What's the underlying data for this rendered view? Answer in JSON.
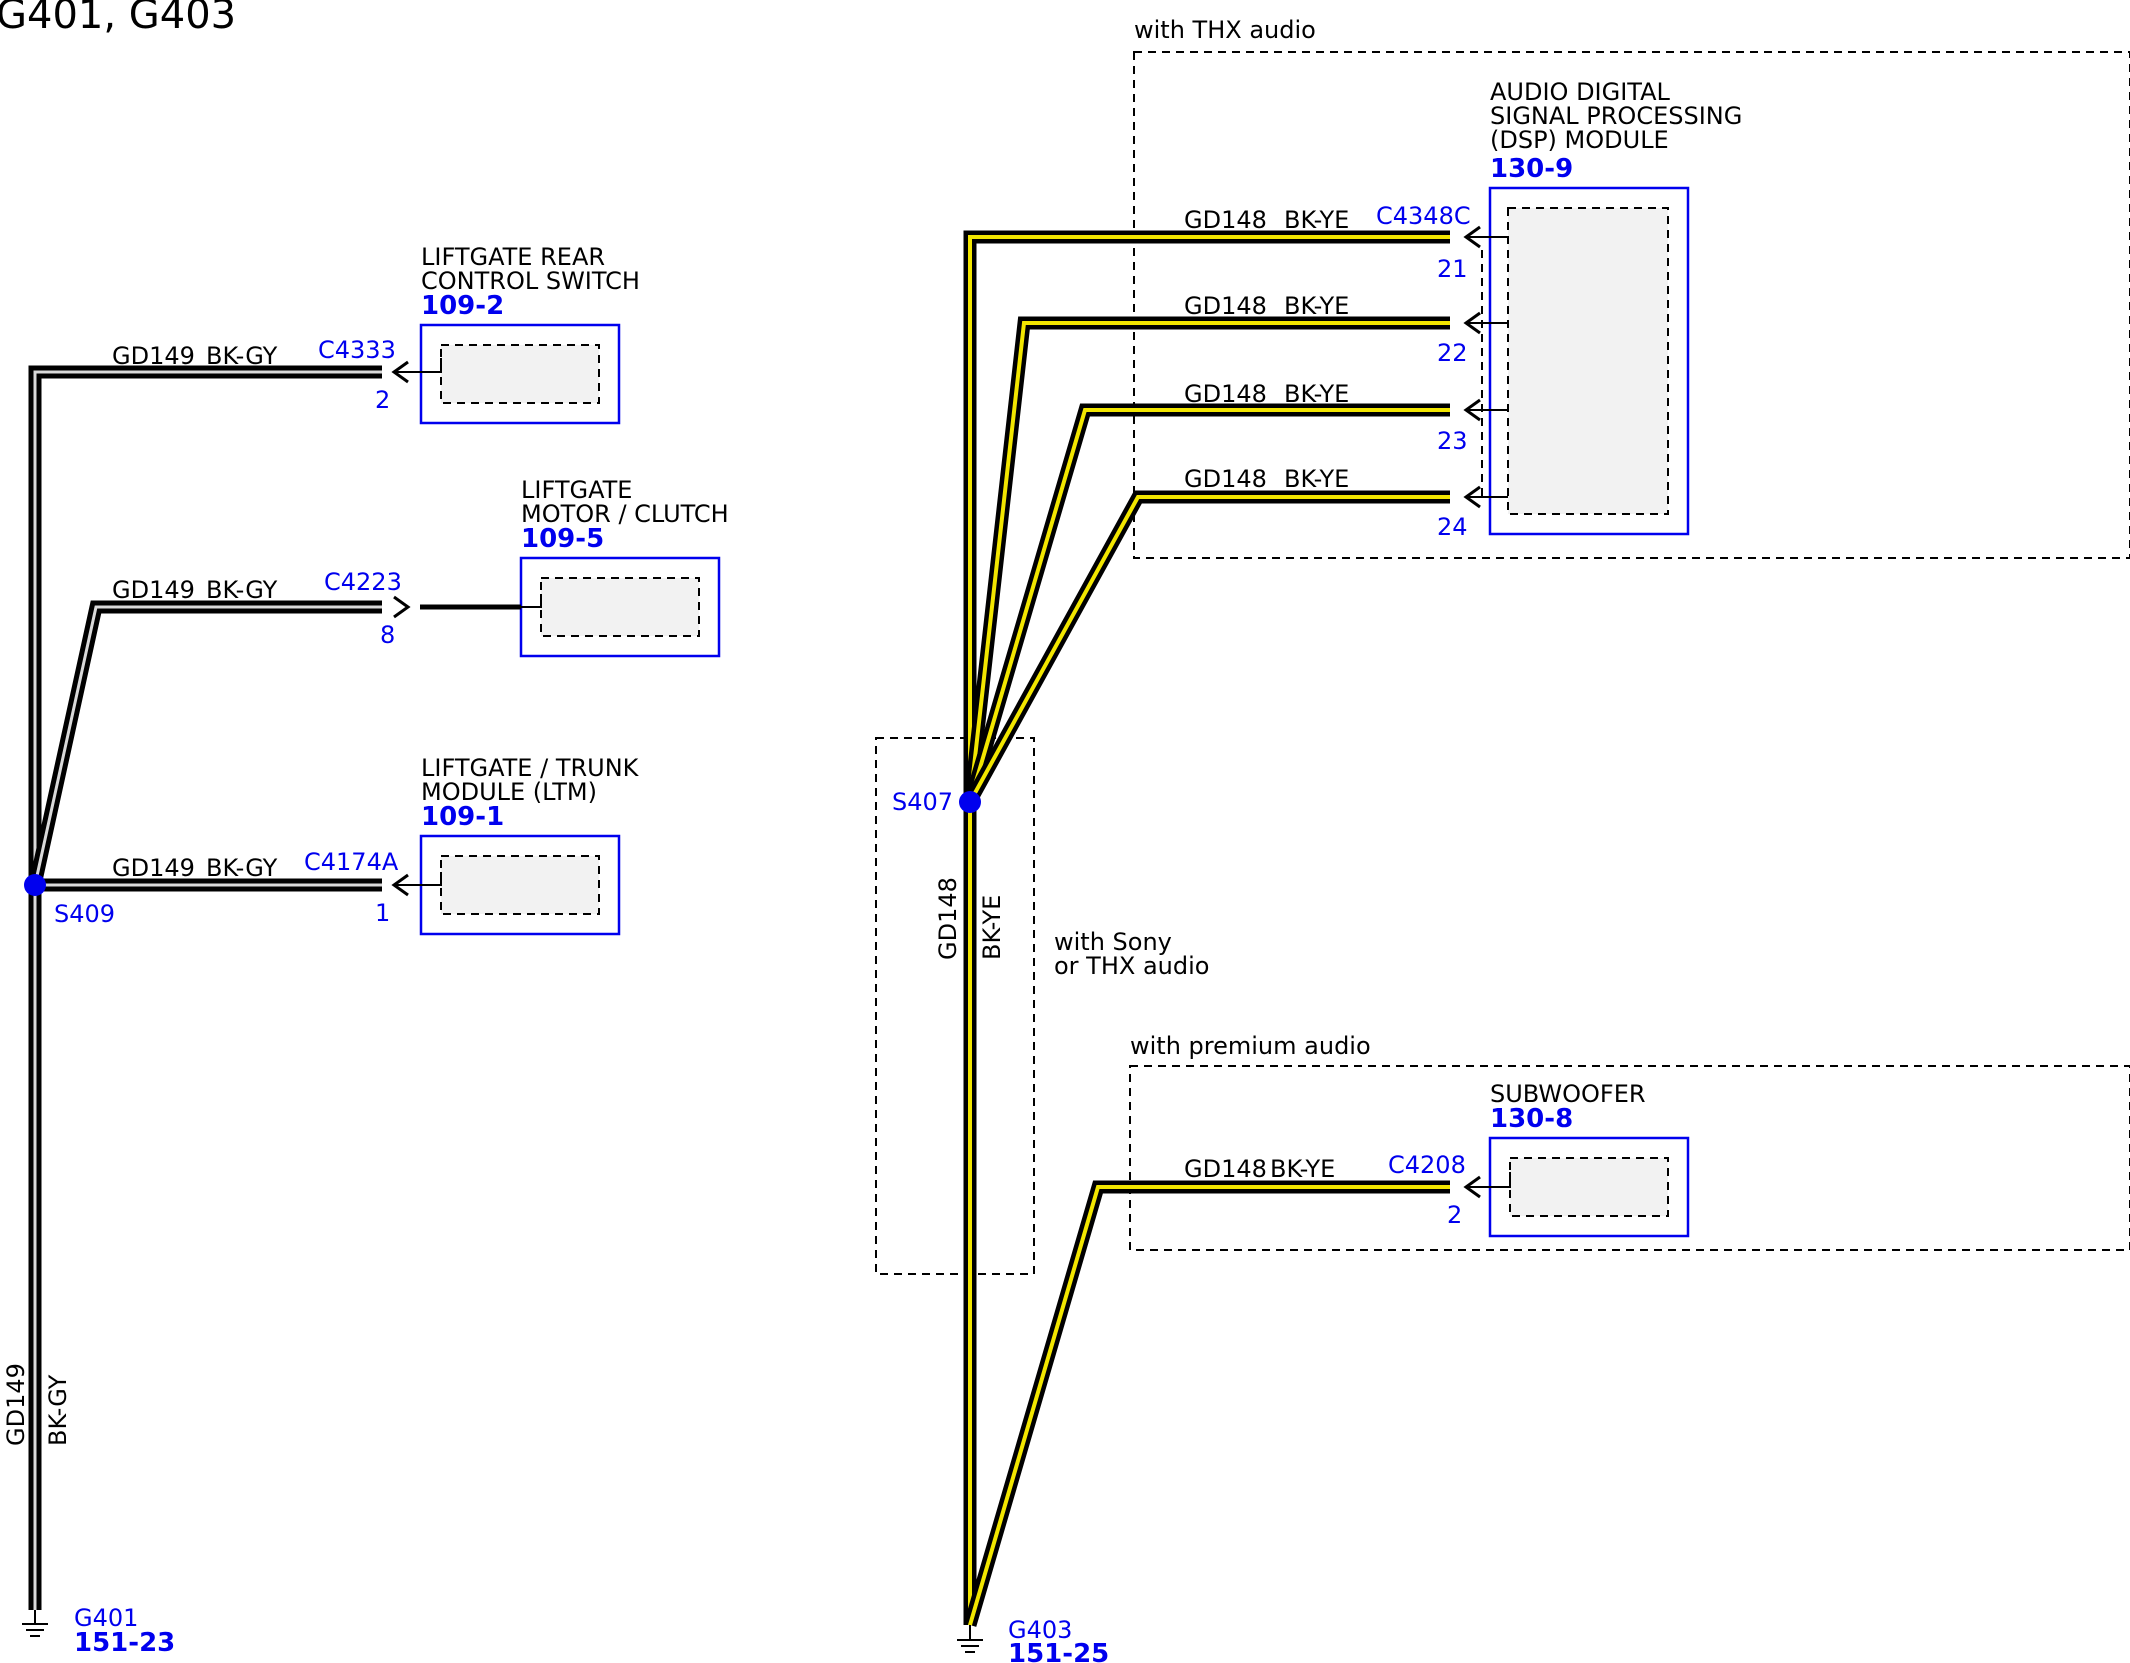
{
  "title": "G401, G403",
  "option_labels": {
    "thx": "with THX audio",
    "sony_thx_line1": "with Sony",
    "sony_thx_line2": "or THX audio",
    "premium": "with premium audio"
  },
  "wire_gd149": {
    "circuit": "GD149",
    "color": "BK-GY",
    "color_hex": "#000000",
    "stripe_hex": "#d9d9d9"
  },
  "wire_gd148": {
    "circuit": "GD148",
    "color": "BK-YE",
    "color_hex": "#000000",
    "stripe_hex": "#f2e600"
  },
  "modules": {
    "liftgate_switch": {
      "line1": "LIFTGATE REAR",
      "line2": "CONTROL SWITCH",
      "ref": "109-2",
      "connector": "C4333",
      "pin": "2"
    },
    "liftgate_motor": {
      "line1": "LIFTGATE",
      "line2": "MOTOR / CLUTCH",
      "ref": "109-5",
      "connector": "C4223",
      "pin": "8"
    },
    "ltm": {
      "line1": "LIFTGATE / TRUNK",
      "line2": "MODULE (LTM)",
      "ref": "109-1",
      "connector": "C4174A",
      "pin": "1"
    },
    "dsp": {
      "line1": "AUDIO DIGITAL",
      "line2": "SIGNAL PROCESSING",
      "line3": "(DSP) MODULE",
      "ref": "130-9",
      "connector": "C4348C",
      "pins": [
        "21",
        "22",
        "23",
        "24"
      ]
    },
    "subwoofer": {
      "line1": "SUBWOOFER",
      "ref": "130-8",
      "connector": "C4208",
      "pin": "2"
    }
  },
  "splices": {
    "s409": "S409",
    "s407": "S407"
  },
  "grounds": {
    "g401": {
      "name": "G401",
      "ref": "151-23"
    },
    "g403": {
      "name": "G403",
      "ref": "151-25"
    }
  },
  "colors": {
    "link_blue": "#0000ee",
    "module_fill": "#f2f2f2"
  }
}
